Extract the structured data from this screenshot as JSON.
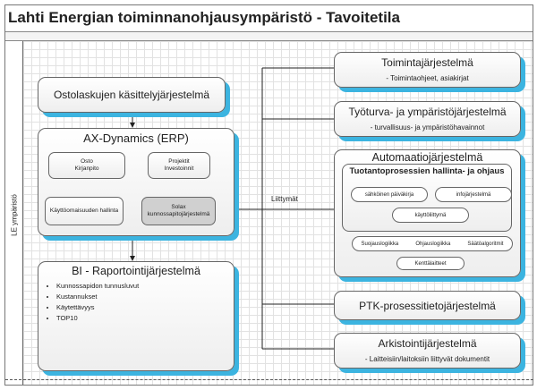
{
  "title": "Lahti Energian toiminnanohjausympäristö - Tavoitetila",
  "side_label": "LE ympäristö",
  "connector_label": "Liittymät",
  "ostolaskut": "Ostolaskujen käsittelyjärjestelmä",
  "ax": {
    "title": "AX-Dynamics (ERP)",
    "osto": "Osto",
    "kirjanpito": "Kirjanpito",
    "projektit": "Projektit",
    "investoinnit": "Investoinnit",
    "kayttoomaisuus": "Käyttöomaisuuden hallinta",
    "solax": "Solax",
    "kunnossapito": "kunnossapitojärjestelmä"
  },
  "bi": {
    "title": "BI - Raportointijärjestelmä",
    "items": [
      "Kunnossapidon tunnusluvut",
      "Kustannukset",
      "Käytettävyys",
      "TOP10"
    ]
  },
  "toiminta": {
    "title": "Toimintajärjestelmä",
    "sub": "- Toimintaohjeet, asiakirjat"
  },
  "tyoturva": {
    "title": "Työturva- ja ympäristöjärjestelmä",
    "sub": "- turvallisuus- ja ympäristöhavainnot"
  },
  "automaatio": {
    "title": "Automaatiojärjestelmä",
    "inner_title": "Tuotantoprosessien hallinta- ja ohjaus",
    "pills": [
      "sähköinen päiväkirja",
      "infojärjestelmä",
      "käyttöliittymä"
    ],
    "logic": [
      "Suojauslogiikka",
      "Ohjauslogiikka",
      "Säätöalgoritmit"
    ],
    "field": "Kenttälaitteet"
  },
  "ptk": {
    "title": "PTK-prosessitietojärjestelmä"
  },
  "arkisto": {
    "title": "Arkistointijärjestelmä",
    "sub": "- Laitteisiin/laitoksiin liittyvät dokumentit"
  }
}
